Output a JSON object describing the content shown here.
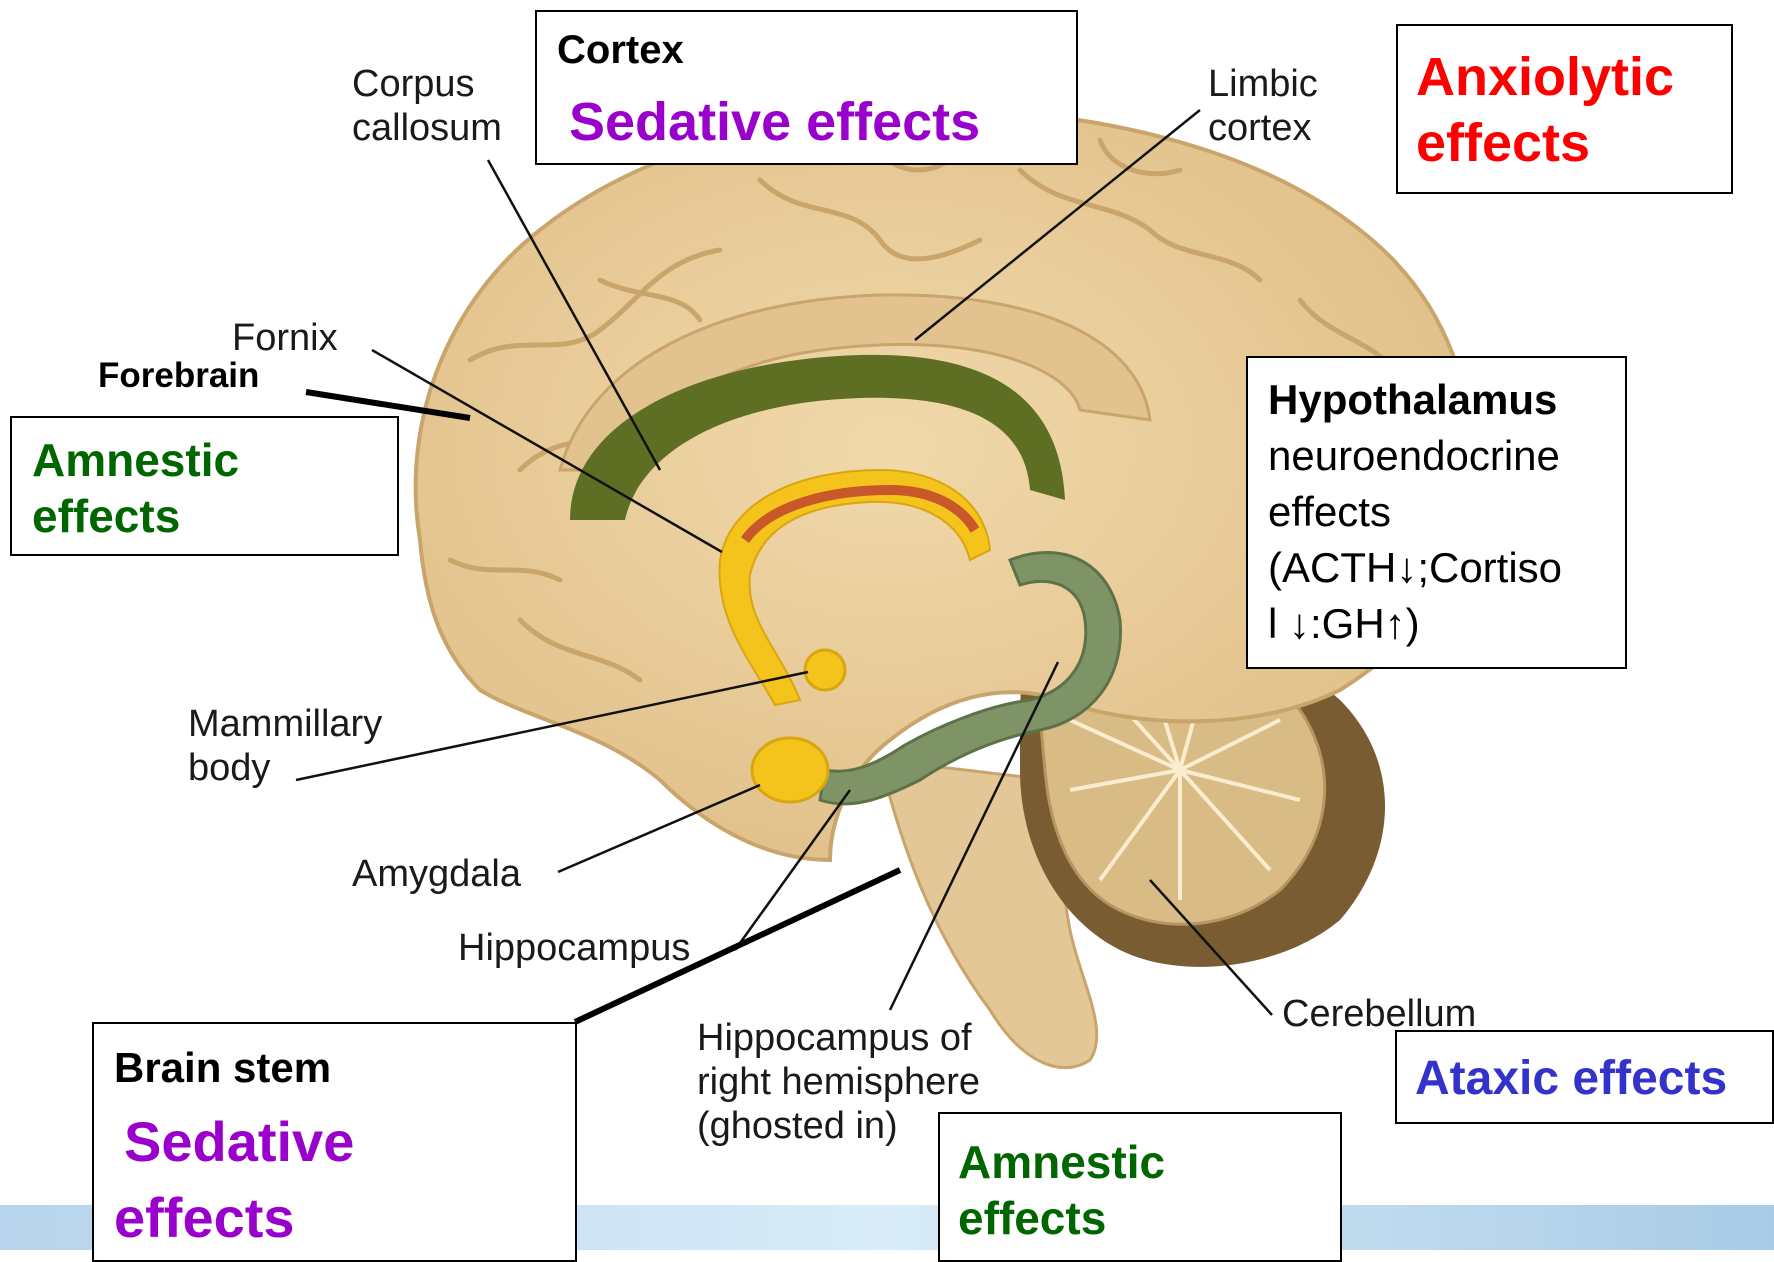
{
  "labels": {
    "corpus_callosum": [
      "Corpus",
      "callosum"
    ],
    "limbic_cortex": [
      "Limbic",
      "cortex"
    ],
    "fornix": "Fornix",
    "forebrain": "Forebrain",
    "mammillary_body": [
      "Mammillary",
      "body"
    ],
    "amygdala": "Amygdala",
    "hippocampus": "Hippocampus",
    "hippocampus_right": [
      "Hippocampus of",
      "right hemisphere",
      "(ghosted in)"
    ],
    "cerebellum": "Cerebellum"
  },
  "boxes": {
    "cortex": {
      "title": "Cortex",
      "effect": "Sedative effects"
    },
    "anxiolytic": {
      "effect": [
        "Anxiolytic",
        "effects"
      ]
    },
    "amnestic_left": {
      "effect": [
        "Amnestic",
        "effects"
      ]
    },
    "hypothalamus": {
      "title": "Hypothalamus",
      "lines": [
        "neuroendocrine",
        "effects",
        "(ACTH↓;Cortiso",
        "l ↓:GH↑)"
      ]
    },
    "brainstem": {
      "title": "Brain stem",
      "effect": [
        "Sedative",
        "effects"
      ]
    },
    "amnestic_bottom": {
      "effect": [
        "Amnestic",
        "effects"
      ]
    },
    "ataxic": {
      "effect": "Ataxic effects"
    }
  },
  "colors": {
    "brain": "#e9cc9a",
    "brain_shadow": "#c9a56c",
    "corpus_callosum": "#5e6e22",
    "fornix": "#f4c41c",
    "hippocampus": "#7e9466",
    "cerebellum_stem": "#7a5c32",
    "sedative": "#9900cc",
    "amnestic": "#006600",
    "anxiolytic": "#ff0000",
    "ataxic": "#3333cc"
  }
}
